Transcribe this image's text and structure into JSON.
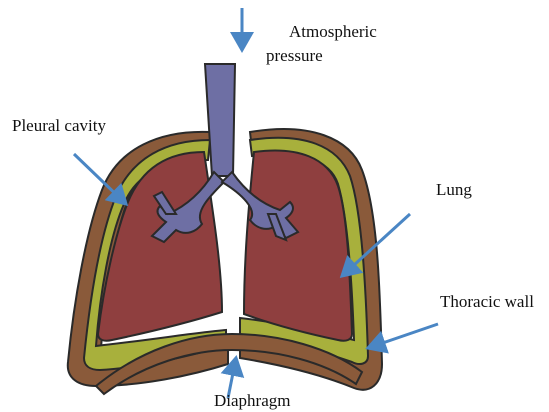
{
  "labels": {
    "atmospheric_line1": "Atmospheric",
    "atmospheric_line2": "pressure",
    "pleural_cavity": "Pleural cavity",
    "lung": "Lung",
    "thoracic_wall": "Thoracic wall",
    "diaphragm": "Diaphragm"
  },
  "colors": {
    "thoracic_wall": "#8a5a3a",
    "pleural_cavity": "#a8b03c",
    "lung": "#8f3f3f",
    "airway": "#6e6fa4",
    "outline": "#2a2a2a",
    "arrow": "#4a86c4"
  },
  "icons": {
    "arrow": "arrow-icon"
  }
}
